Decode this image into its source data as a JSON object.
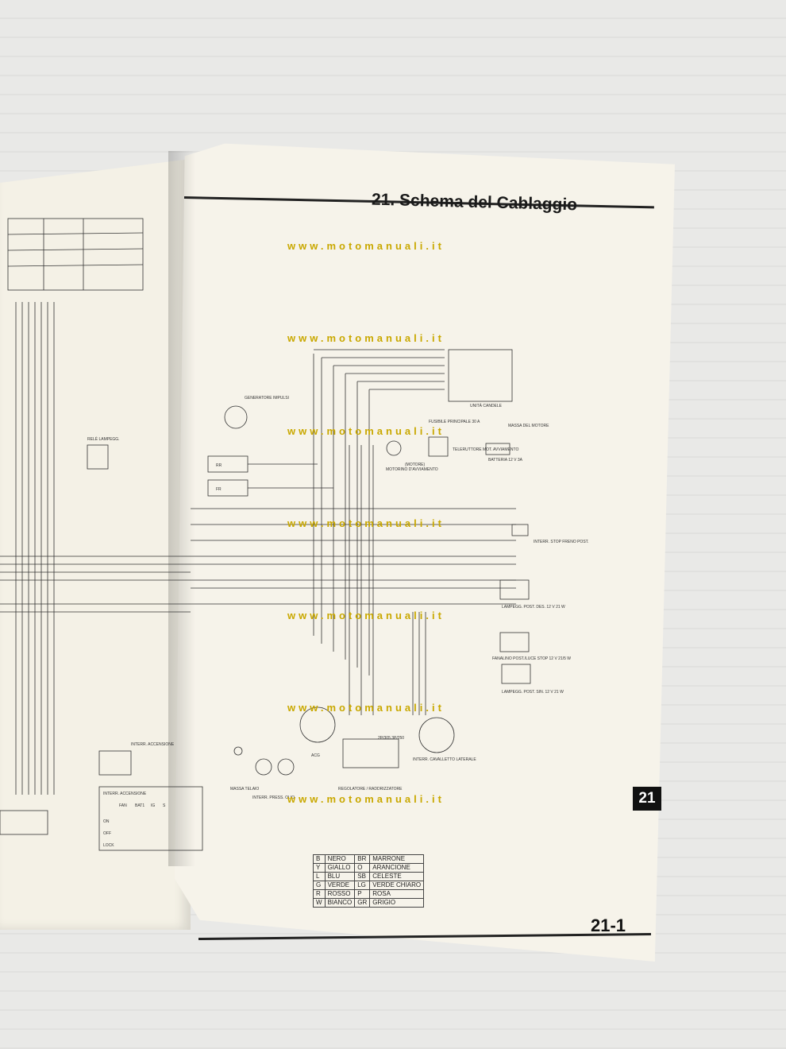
{
  "document": {
    "section_title": "21. Schema del Cablaggio",
    "section_tab": "21",
    "page_number": "21-1",
    "watermark_text": "www.motomanuali.it",
    "watermarks": [
      "www.motomanuali.it",
      "www.motomanuali.it",
      "www.motomanuali.it",
      "www.motomanuali.it",
      "www.motomanuali.it",
      "www.motomanuali.it",
      "www.motomanuali.it"
    ]
  },
  "diagram_labels": {
    "unita_candele": "UNITÀ CANDELE",
    "generatore_impulsi": "GENERATORE IMPULSI",
    "fusibile": "FUSIBILE PRINCIPALE 30 A",
    "massa_motore": "MASSA DEL MOTORE",
    "teleruttore": "TELERUTTORE MOT. AVVIAMENTO",
    "batteria": "BATTERIA 12 V 3A",
    "motorino": "MOTORINO D'AVVIAMENTO",
    "motore": "(MOTORE)",
    "interr_stop": "INTERR. STOP FRENO POST.",
    "lamp_dx": "LAMPEGG. POST. DES. 12 V 21 W",
    "fanalino": "FANALINO POST./LUCE STOP 12 V 21/5 W",
    "lamp_sx": "LAMPEGG. POST. SIN. 12 V 21 W",
    "reg_rad": "REGOLATORE / RADDRIZZATORE",
    "interr_cavalletto": "INTERR. CAVALLETTO LATERALE",
    "massa_telaio": "MASSA TELAIO",
    "interr_pres_olio": "INTERR. PRESS. OLIO",
    "interr_accensione": "INTERR. ACCENSIONE",
    "rele_lampegg": "RELÈ LAMPEGG.",
    "acg": "ACG",
    "rr": "RR",
    "fr": "FR",
    "conn_2p": "2P/305 3P/250"
  },
  "ignition_table": {
    "title": "INTERR. ACCENSIONE",
    "columns": [
      "FAN",
      "BAT1",
      "IG",
      "S"
    ],
    "rows": [
      "ON",
      "OFF",
      "LOCK"
    ]
  },
  "color_legend": [
    {
      "code": "B",
      "name": "NERO",
      "code2": "BR",
      "name2": "MARRONE"
    },
    {
      "code": "Y",
      "name": "GIALLO",
      "code2": "O",
      "name2": "ARANCIONE"
    },
    {
      "code": "L",
      "name": "BLU",
      "code2": "SB",
      "name2": "CELESTE"
    },
    {
      "code": "G",
      "name": "VERDE",
      "code2": "LG",
      "name2": "VERDE CHIARO"
    },
    {
      "code": "R",
      "name": "ROSSO",
      "code2": "P",
      "name2": "ROSA"
    },
    {
      "code": "W",
      "name": "BIANCO",
      "code2": "GR",
      "name2": "GRIGIO"
    }
  ],
  "colors": {
    "watermark": "#c9a800",
    "ink": "#1a1a1a",
    "paper": "#f6f3ea"
  }
}
